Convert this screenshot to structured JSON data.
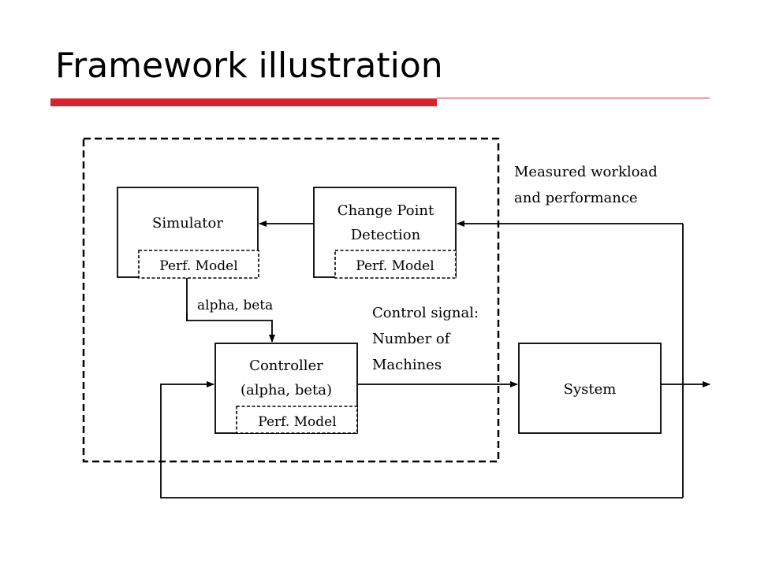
{
  "slide": {
    "title": "Framework illustration"
  },
  "colors": {
    "title_rule": "#d5242c",
    "line": "#000000"
  },
  "diagram": {
    "simulator": {
      "label": "Simulator",
      "model": "Perf. Model"
    },
    "change_point": {
      "label_line1": "Change Point",
      "label_line2": "Detection",
      "model": "Perf. Model"
    },
    "controller": {
      "label_line1": "Controller",
      "label_line2": "(alpha, beta)",
      "model": "Perf. Model"
    },
    "system": {
      "label": "System"
    },
    "edges": {
      "alpha_beta": "alpha, beta",
      "measured_line1": "Measured workload",
      "measured_line2": "and performance",
      "control_line1": "Control signal:",
      "control_line2": "Number of",
      "control_line3": "Machines"
    }
  }
}
